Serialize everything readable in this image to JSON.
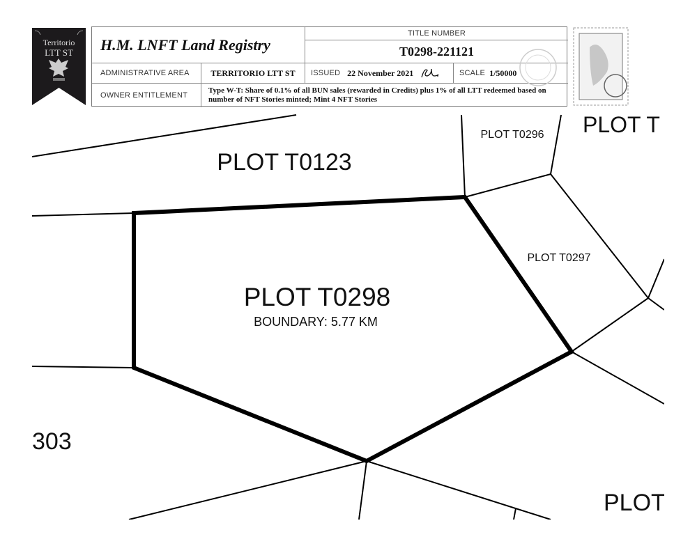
{
  "badge": {
    "line1": "Territorio",
    "line2": "LTT ST"
  },
  "header": {
    "registry_title": "H.M. LNFT Land Registry",
    "title_number_label": "TITLE NUMBER",
    "title_number": "T0298-221121",
    "admin_area_label": "ADMINISTRATIVE AREA",
    "admin_area": "TERRITORIO LTT ST",
    "issued_label": "ISSUED",
    "issued_date": "22 November 2021",
    "scale_label": "SCALE",
    "scale": "1/50000",
    "entitlement_label": "OWNER ENTITLEMENT",
    "entitlement": "Type W-T: Share of 0.1% of all BUN sales (rewarded in Credits) plus 1% of all LTT redeemed based on number of NFT Stories minted; Mint 4 NFT Stories"
  },
  "map": {
    "main_plot": "PLOT T0298",
    "boundary": "BOUNDARY: 5.77 KM",
    "neighbors": {
      "t0123": "PLOT T0123",
      "t0296": "PLOT T0296",
      "t0297": "PLOT T0297",
      "top_right": "PLOT T",
      "left": "303",
      "bottom_right": "PLOT"
    }
  }
}
